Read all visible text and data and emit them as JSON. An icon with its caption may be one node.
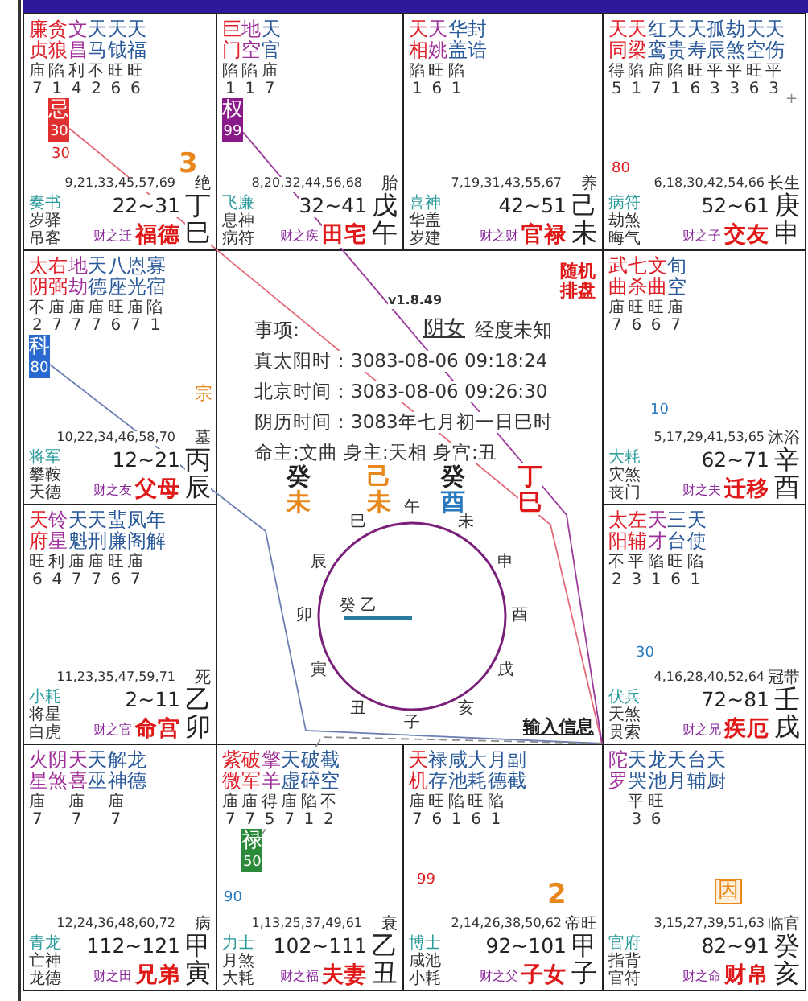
{
  "diagram": {
    "nodes": [
      {
        "text": [
          "廉贞",
          "贪狼",
          "文昌",
          "天马",
          "天钺",
          "天福",
          "庙 陷 利 不 旺 旺",
          "7 1 4 2 6 6",
          "30",
          "3",
          "9,21,33,45,57,69",
          "绝",
          "奏书",
          "22~31",
          "丁",
          "岁驿",
          "吊客",
          "财之迁",
          "福德",
          "巳"
        ]
      },
      {
        "text": [
          "忌",
          "30"
        ],
        "in": 0
      },
      {
        "text": [
          "巨门",
          "地空",
          "天官",
          "陷 陷 庙",
          "1 1 7",
          "8,20,32,44,56,68",
          "胎",
          "飞廉",
          "32~41",
          "戊",
          "息神",
          "病符",
          "财之疾",
          "田宅",
          "午"
        ]
      },
      {
        "text": [
          "权",
          "99"
        ],
        "in": 2
      },
      {
        "text": [
          "天相",
          "天姚",
          "华盖",
          "封诰",
          "陷 旺 陷",
          "1 6 1",
          "7,19,31,43,55,67",
          "养",
          "喜神",
          "42~51",
          "己",
          "华盖",
          "岁建",
          "财之财",
          "官禄",
          "未"
        ]
      },
      {
        "text": [
          "天同",
          "天梁",
          "红鸾",
          "天贵",
          "天寿",
          "孤辰",
          "劫煞",
          "天空",
          "天伤",
          "得 陷 庙 陷 旺 平 平 旺 平",
          "5 1 7 1 6 3 3 6 3",
          "+",
          "80",
          "6,18,30,42,54,66",
          "长生",
          "病符",
          "52~61",
          "庚",
          "劫煞",
          "晦气",
          "财之子",
          "交友",
          "申"
        ]
      },
      {
        "text": [
          "太阴",
          "右弼",
          "地劫",
          "天德",
          "八座",
          "恩光",
          "寡宿",
          "不 庙 庙 庙 旺 庙 陷",
          "2 7 7 7 6 7 1",
          "宗",
          "10,22,34,46,58,70",
          "墓",
          "将军",
          "12~21",
          "丙",
          "攀鞍",
          "天德",
          "财之友",
          "父母",
          "辰"
        ]
      },
      {
        "text": [
          "科",
          "80"
        ],
        "in": 6
      },
      {
        "text": [
          "v1.8.49",
          "随机排盘",
          "事项:",
          "阴女",
          "经度未知",
          "真太阳时：3083-08-06 09:18:24",
          "北京时间：3083-08-06 09:26:30",
          "阴历时间：3083年七月初一日巳时",
          "命主:文曲 身主:天相 身宫:丑",
          "癸",
          "未",
          "己",
          "未",
          "癸",
          "酉",
          "丁",
          "巳",
          "输入信息"
        ]
      },
      {
        "text": [
          "癸 乙"
        ],
        "in": 8,
        "beside": [
          "巳",
          "午",
          "未",
          "申",
          "酉",
          "戌",
          "亥",
          "子",
          "丑",
          "寅",
          "卯",
          "辰"
        ]
      },
      {
        "text": [
          "武曲",
          "七杀",
          "文曲",
          "旬空",
          "庙 旺 旺 庙",
          "7 6 6 7",
          "10",
          "5,17,29,41,53,65",
          "沐浴",
          "大耗",
          "62~71",
          "辛",
          "灾煞",
          "丧门",
          "财之夫",
          "迁移",
          "酉"
        ]
      },
      {
        "text": [
          "天府",
          "铃星",
          "天魁",
          "天刑",
          "蜚廉",
          "凤阁",
          "年解",
          "旺 利 庙 庙 旺 庙",
          "6 4 7 7 6 7",
          "11,23,35,47,59,71",
          "死",
          "小耗",
          "2~11",
          "乙",
          "将星",
          "白虎",
          "财之官",
          "命宫",
          "卯"
        ]
      },
      {
        "text": [
          "太阳",
          "左辅",
          "天才",
          "三台",
          "天使",
          "不 平 陷 旺 陷",
          "2 3 1 6 1",
          "30",
          "4,16,28,40,52,64",
          "冠带",
          "伏兵",
          "72~81",
          "壬",
          "天煞",
          "贯索",
          "财之兄",
          "疾厄",
          "戌"
        ]
      },
      {
        "text": [
          "火星",
          "阴煞",
          "天喜",
          "天巫",
          "解神",
          "龙德",
          "庙 庙 庙",
          "7 7 7",
          "12,24,36,48,60,72",
          "病",
          "青龙",
          "112~121",
          "甲",
          "亡神",
          "龙德",
          "财之田",
          "兄弟",
          "寅"
        ]
      },
      {
        "text": [
          "紫微",
          "破军",
          "擎羊",
          "天虚",
          "破碎",
          "截空",
          "庙 庙 得 庙 陷 不",
          "7 7 5 7 1 2",
          "90",
          "1,13,25,37,49,61",
          "衰",
          "力士",
          "102~111",
          "乙",
          "月煞",
          "大耗",
          "财之福",
          "夫妻",
          "丑"
        ]
      },
      {
        "text": [
          "禄",
          "50"
        ],
        "in": 14
      },
      {
        "text": [
          "天机",
          "禄存",
          "咸池",
          "大耗",
          "月德",
          "副截",
          "庙 旺 陷 旺 陷",
          "7 6 1 6 1",
          "99",
          "2",
          "2,14,26,38,50,62",
          "帝旺",
          "博士",
          "92~101",
          "甲",
          "咸池",
          "小耗",
          "财之父",
          "子女",
          "子"
        ]
      },
      {
        "text": [
          "陀罗",
          "天哭",
          "龙池",
          "天月",
          "台辅",
          "天厨",
          "平 旺",
          "3 6",
          "因",
          "3,15,27,39,51,63",
          "临官",
          "官府",
          "82~91",
          "癸",
          "指背",
          "官符",
          "财之命",
          "财帛",
          "亥"
        ]
      }
    ],
    "edges": [
      {
        "from": 17,
        "to": 1,
        "arrow": "none",
        "color": "#e36b78"
      },
      {
        "from": 17,
        "to": 3,
        "arrow": "none",
        "color": "#9b3c9b"
      },
      {
        "from": 17,
        "to": 7,
        "arrow": "none",
        "color": "#6b7fb3"
      },
      {
        "from": 17,
        "to": 15,
        "arrow": "none",
        "style": "dashed",
        "color": "#8c8c8c"
      }
    ]
  }
}
